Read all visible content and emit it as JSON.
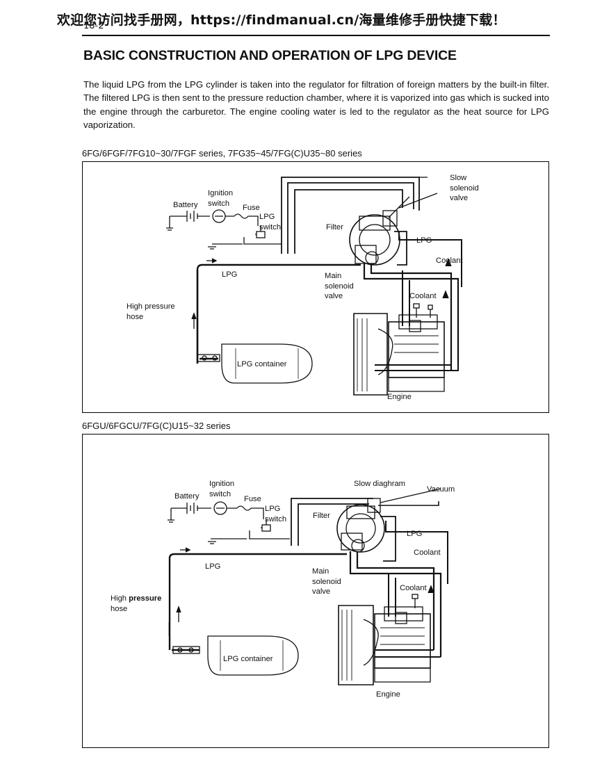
{
  "watermark": "欢迎您访问找手册网，https://findmanual.cn/海量维修手册快捷下载！",
  "page_number": "18-2",
  "title": "BASIC CONSTRUCTION AND OPERATION OF LPG DEVICE",
  "intro": "The liquid LPG from the LPG cylinder is taken into the regulator for filtration of foreign matters by the built-in filter. The filtered LPG is then sent to the pressure reduction chamber, where it is vaporized into gas which is sucked into the engine through the carburetor. The engine cooling water is led to the regulator as the heat source for LPG vaporization.",
  "diagram1": {
    "caption": "6FG/6FGF/7FG10~30/7FGF series, 7FG35~45/7FG(C)U35~80 series",
    "labels": {
      "ignition_switch": "Ignition\nswitch",
      "battery": "Battery",
      "fuse": "Fuse",
      "lpg_switch": "LPG\nswitch",
      "filter": "Filter",
      "slow_solenoid_valve": "Slow\nsolenoid\nvalve",
      "lpg_right": "LPG",
      "coolant_top": "Coolant",
      "lpg_left": "LPG",
      "main_solenoid_valve": "Main\nsolenoid\nvalve",
      "coolant_mid": "Coolant",
      "high_pressure_hose": "High pressure\nhose",
      "lpg_container": "LPG container",
      "engine": "Engine"
    }
  },
  "diagram2": {
    "caption": "6FGU/6FGCU/7FG(C)U15~32 series",
    "labels": {
      "ignition_switch": "Ignition\nswitch",
      "battery": "Battery",
      "fuse": "Fuse",
      "lpg_switch": "LPG\nswitch",
      "slow_diaphragm": "Slow diaghram",
      "vacuum": "Vacuum",
      "filter": "Filter",
      "lpg_right": "LPG",
      "coolant_top": "Coolant",
      "lpg_left": "LPG",
      "main_solenoid_valve": "Main\nsolenoid\nvalve",
      "coolant_mid": "Coolant",
      "high_pressure_hose_1": "High ",
      "high_pressure_hose_2": "pressure",
      "high_pressure_hose_3": "hose",
      "lpg_container": "LPG container",
      "engine": "Engine"
    }
  }
}
